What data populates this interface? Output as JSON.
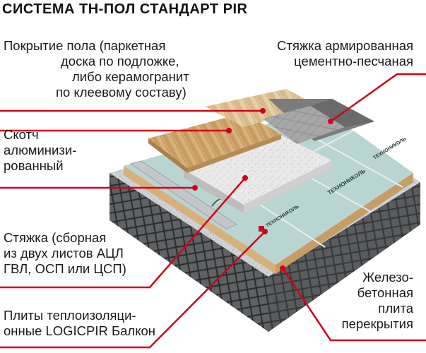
{
  "title": "СИСТЕМА ТН-ПОЛ СТАНДАРТ PIR",
  "colors": {
    "leader": "#d0021b",
    "brand": "#c00d1e"
  },
  "labels": {
    "floor_cover": {
      "lines": [
        "Покрытие пола (паркетная",
        "доска по подложке,",
        "либо керамогранит",
        "по клеевому составу)"
      ]
    },
    "screed_reinforced": {
      "lines": [
        "Стяжка армированная",
        "цементно-песчаная"
      ]
    },
    "tape": {
      "lines": [
        "Скотч",
        "алюминизи-",
        "рованный"
      ]
    },
    "screed_assembled": {
      "lines": [
        "Стяжка (сборная",
        "из двух листов АЦЛ",
        "ГВЛ, ОСП или ЦСП)"
      ]
    },
    "insulation": {
      "lines": [
        "Плиты теплоизоляци-",
        "онные LOGICPIR Балкон"
      ]
    },
    "slab": {
      "lines": [
        "Железо-",
        "бетонная",
        "плита",
        "перекрытия"
      ]
    }
  },
  "board_print": {
    "brand": "ТЕХНОНИКОЛЬ"
  }
}
